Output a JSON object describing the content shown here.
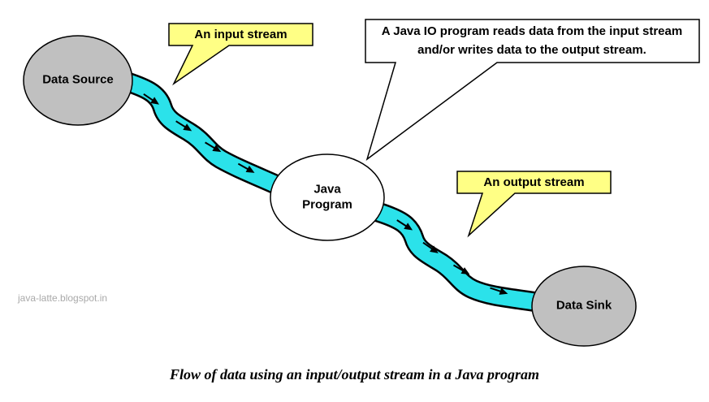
{
  "diagram": {
    "nodes": {
      "data_source": "Data Source",
      "java_program": "Java Program",
      "data_sink": "Data Sink"
    },
    "callouts": {
      "input_stream": "An input stream",
      "output_stream": "An output stream",
      "description": "A Java IO program reads data from the input stream and/or writes data to the output stream."
    },
    "watermark": "java-latte.blogspot.in",
    "caption": "Flow of data using an input/output stream in a Java program",
    "colors": {
      "stream": "#2be2ea",
      "callout_yellow": "#ffff85",
      "node_gray": "#c0c0c0",
      "outline": "#000000"
    }
  }
}
